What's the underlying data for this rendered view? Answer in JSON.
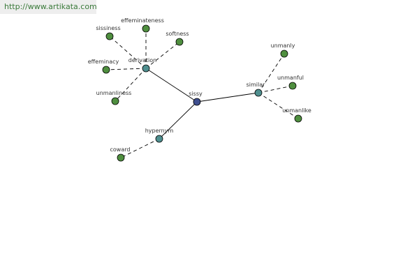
{
  "watermark": "http://www.artikata.com",
  "colors": {
    "center": "#3f4f8f",
    "relation": "#4f8f8f",
    "leaf": "#4f8f3f",
    "stroke": "#000000",
    "edge": "#000000"
  },
  "nodes": [
    {
      "id": "sissy",
      "label": "sissy",
      "kind": "center"
    },
    {
      "id": "derivation",
      "label": "derivation",
      "kind": "relation"
    },
    {
      "id": "similar",
      "label": "similar",
      "kind": "relation"
    },
    {
      "id": "hypernym",
      "label": "hypernym",
      "kind": "relation"
    },
    {
      "id": "effeminateness",
      "label": "effeminateness",
      "kind": "leaf"
    },
    {
      "id": "sissiness",
      "label": "sissiness",
      "kind": "leaf"
    },
    {
      "id": "softness",
      "label": "softness",
      "kind": "leaf"
    },
    {
      "id": "effeminacy",
      "label": "effeminacy",
      "kind": "leaf"
    },
    {
      "id": "unmanliness",
      "label": "unmanliness",
      "kind": "leaf"
    },
    {
      "id": "unmanly",
      "label": "unmanly",
      "kind": "leaf"
    },
    {
      "id": "unmanful",
      "label": "unmanful",
      "kind": "leaf"
    },
    {
      "id": "unmanlike",
      "label": "unmanlike",
      "kind": "leaf"
    },
    {
      "id": "coward",
      "label": "coward",
      "kind": "leaf"
    }
  ],
  "edges": [
    {
      "from": "sissy",
      "to": "derivation",
      "style": "solid"
    },
    {
      "from": "sissy",
      "to": "similar",
      "style": "solid"
    },
    {
      "from": "sissy",
      "to": "hypernym",
      "style": "solid"
    },
    {
      "from": "derivation",
      "to": "effeminateness",
      "style": "dashed"
    },
    {
      "from": "derivation",
      "to": "sissiness",
      "style": "dashed"
    },
    {
      "from": "derivation",
      "to": "softness",
      "style": "dashed"
    },
    {
      "from": "derivation",
      "to": "effeminacy",
      "style": "dashed"
    },
    {
      "from": "derivation",
      "to": "unmanliness",
      "style": "dashed"
    },
    {
      "from": "similar",
      "to": "unmanly",
      "style": "dashed"
    },
    {
      "from": "similar",
      "to": "unmanful",
      "style": "dashed"
    },
    {
      "from": "similar",
      "to": "unmanlike",
      "style": "dashed"
    },
    {
      "from": "hypernym",
      "to": "coward",
      "style": "dashed"
    }
  ]
}
